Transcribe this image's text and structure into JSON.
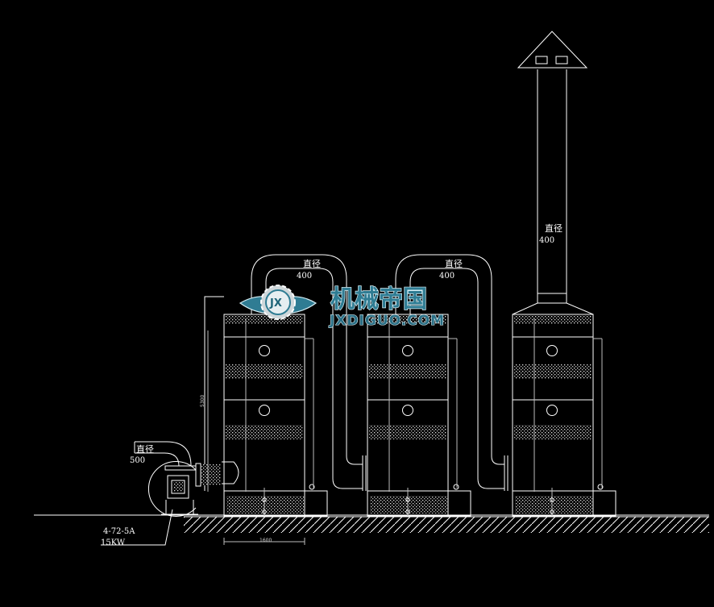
{
  "labels": {
    "tower1_dia_title": "直径",
    "tower1_dia_value": "400",
    "tower2_dia_title": "直径",
    "tower2_dia_value": "400",
    "chimney_dia_title": "直径",
    "chimney_dia_value": "400",
    "fan_duct_dia_title": "直径",
    "fan_duct_dia_value": "500",
    "fan_model": "4-72-5A",
    "fan_power": "15KW",
    "height_dim": "5300",
    "width_dim": "1600"
  },
  "watermark": {
    "emblem": "JX",
    "chinese": "机械帝国",
    "english": "JXDIGUO.COM"
  },
  "colors": {
    "background": "#000000",
    "lines": "#ffffff",
    "watermark": "#2f7c93"
  }
}
